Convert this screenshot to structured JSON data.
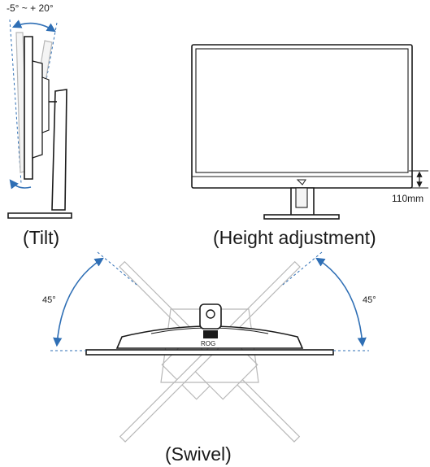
{
  "tilt": {
    "range_label": "-5° ~ + 20°",
    "caption": "(Tilt)"
  },
  "height": {
    "travel_label": "110mm",
    "caption": "(Height adjustment)"
  },
  "swivel": {
    "left_angle": "45°",
    "right_angle": "45°",
    "caption": "(Swivel)",
    "stand_text": "ROG"
  },
  "colors": {
    "line": "#1a1a1a",
    "guide": "#2f6fb5",
    "ghost": "#b8b8b8",
    "fill_light": "#f4f4f4"
  }
}
